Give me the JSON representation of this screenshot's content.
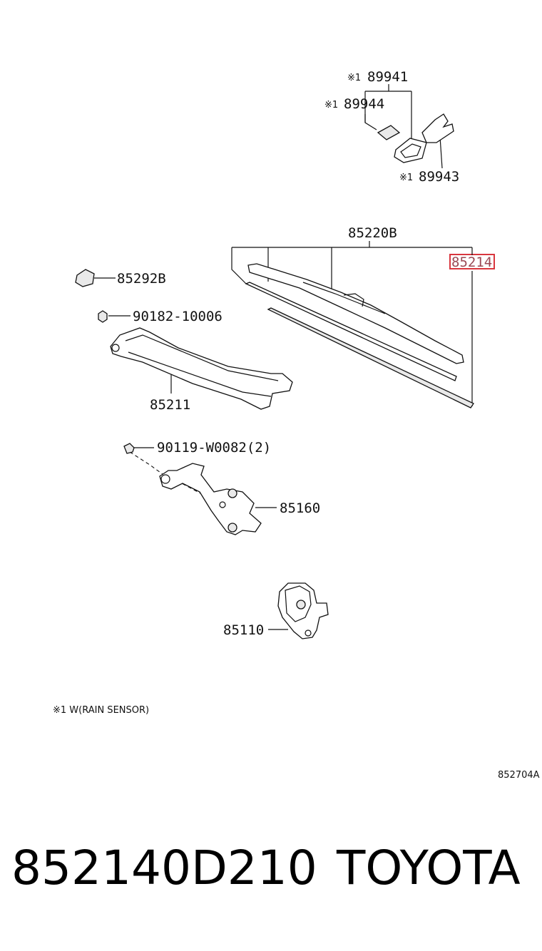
{
  "diagram": {
    "labels": {
      "p89941": "89941",
      "p89944": "89944",
      "p89943": "89943",
      "rain_mark": "※1",
      "p85220B": "85220B",
      "p85214": "85214",
      "p85292B": "85292B",
      "p90182": "90182-10006",
      "p85211": "85211",
      "p90119": "90119-W0082(2)",
      "p85160": "85160",
      "p85110": "85110"
    },
    "note": "※1 W(RAIN SENSOR)",
    "figure_code": "852704A",
    "highlight_color": "#d9363e"
  },
  "footer": {
    "part_number": "852140D210",
    "brand": "TOYOTA"
  }
}
